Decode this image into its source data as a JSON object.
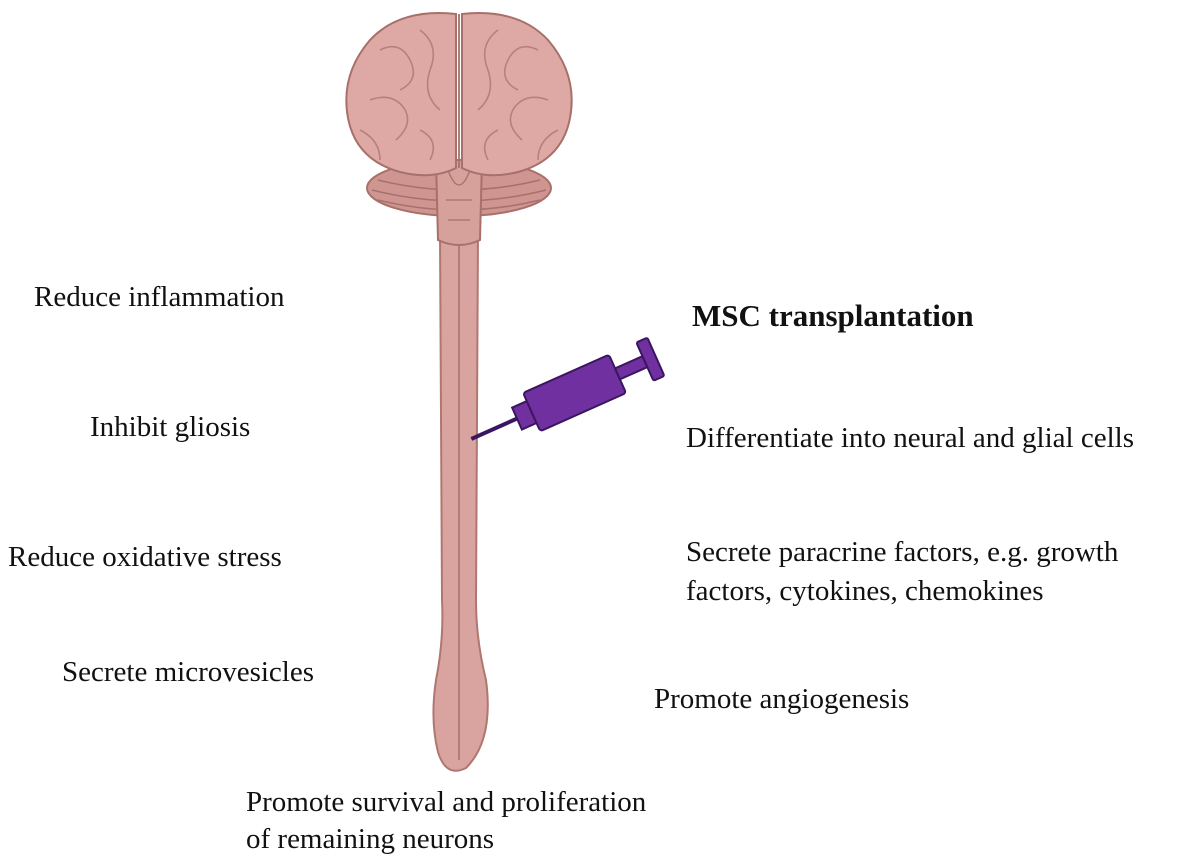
{
  "title": "MSC transplantation",
  "left_effects": [
    "Reduce inflammation",
    "Inhibit gliosis",
    "Reduce oxidative stress",
    "Secrete microvesicles"
  ],
  "right_effects": [
    "Differentiate into neural and glial cells",
    "Secrete paracrine factors, e.g. growth",
    "factors, cytokines, chemokines",
    "Promote angiogenesis"
  ],
  "bottom_effect": [
    "Promote survival and proliferation",
    "of remaining neurons"
  ],
  "colors": {
    "tissue": "#d9a3a0",
    "tissue_dark": "#b07670",
    "syringe": "#7030a0",
    "syringe_outline": "#3a1660"
  },
  "icons": [
    "brain-icon",
    "spinal-cord-icon",
    "syringe-icon"
  ]
}
